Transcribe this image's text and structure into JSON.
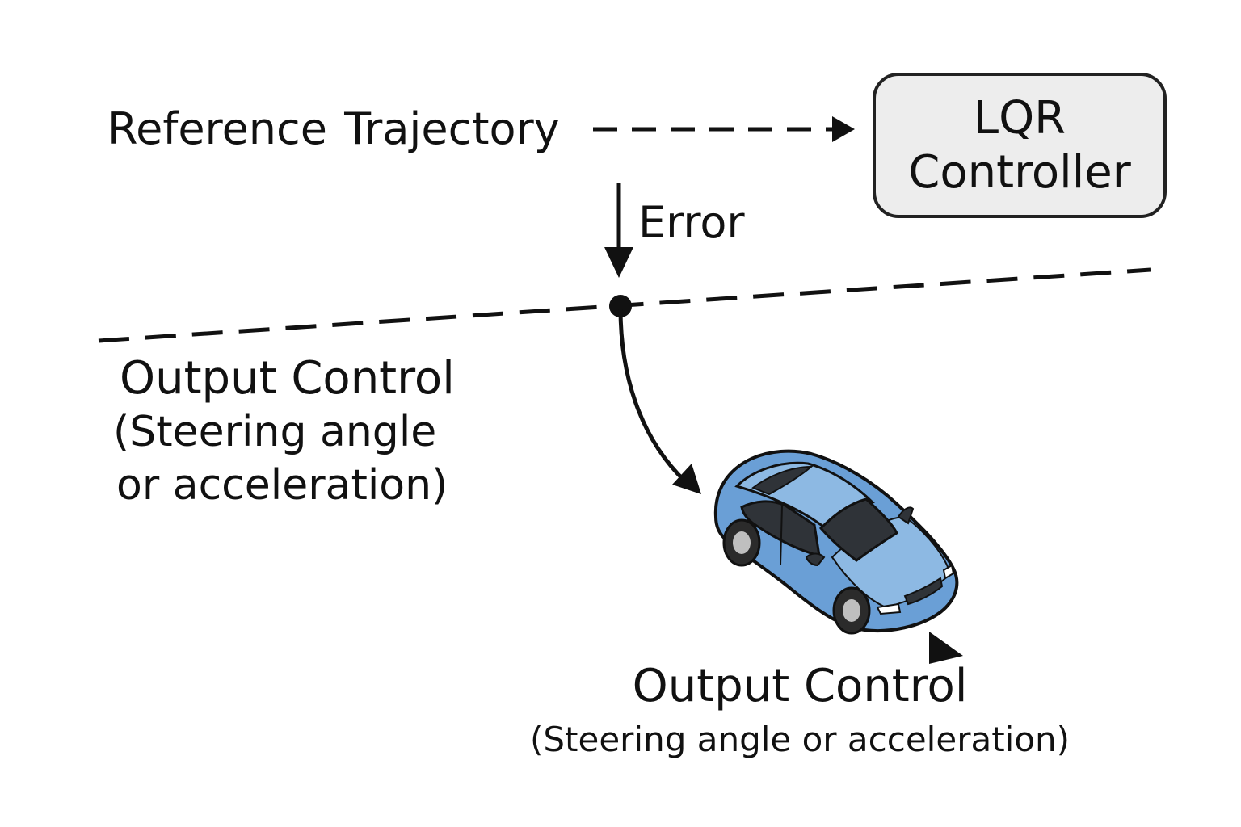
{
  "diagram": {
    "reference_label": "Reference Trajectory",
    "controller": {
      "line1": "LQR",
      "line2": "Controller"
    },
    "error_label": "Error",
    "left_output": {
      "title": "Output Control",
      "line2": "(Steering angle",
      "line3": "or acceleration)"
    },
    "bottom_output": {
      "title": "Output Control",
      "subtitle": "(Steering angle or acceleration)"
    },
    "colors": {
      "stroke": "#111111",
      "controller_fill": "#ededed",
      "car_body": "#6a9fd6",
      "car_body_light": "#8db9e3",
      "car_window": "#2f3338",
      "car_tire": "#2b2b2b",
      "car_rim": "#bfbfbf"
    },
    "icons": [
      "car-icon"
    ]
  }
}
